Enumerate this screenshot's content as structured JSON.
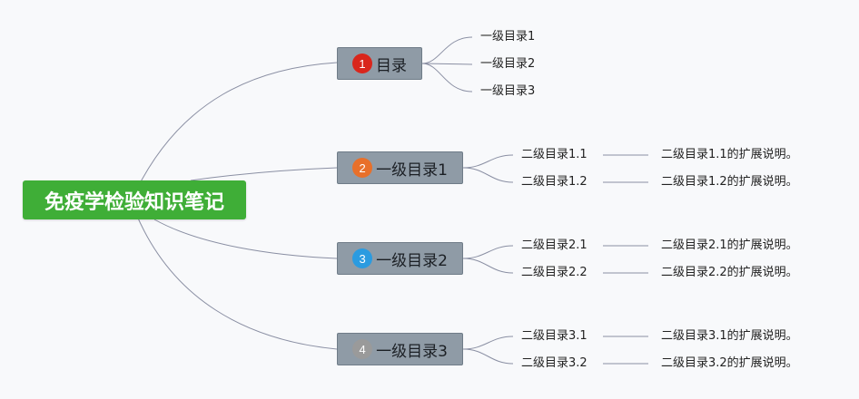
{
  "root": {
    "title": "免疫学检验知识笔记",
    "color": "#3fae37"
  },
  "branches": [
    {
      "badge": "1",
      "badge_color": "#d9261c",
      "label": "目录",
      "children": [
        {
          "label": "一级目录1"
        },
        {
          "label": "一级目录2"
        },
        {
          "label": "一级目录3"
        }
      ]
    },
    {
      "badge": "2",
      "badge_color": "#e8702a",
      "label": "一级目录1",
      "children": [
        {
          "label": "二级目录1.1",
          "note": "二级目录1.1的扩展说明。"
        },
        {
          "label": "二级目录1.2",
          "note": "二级目录1.2的扩展说明。"
        }
      ]
    },
    {
      "badge": "3",
      "badge_color": "#2b9be0",
      "label": "一级目录2",
      "children": [
        {
          "label": "二级目录2.1",
          "note": "二级目录2.1的扩展说明。"
        },
        {
          "label": "二级目录2.2",
          "note": "二级目录2.2的扩展说明。"
        }
      ]
    },
    {
      "badge": "4",
      "badge_color": "#9a9a9a",
      "label": "一级目录3",
      "children": [
        {
          "label": "二级目录3.1",
          "note": "二级目录3.1的扩展说明。"
        },
        {
          "label": "二级目录3.2",
          "note": "二级目录3.2的扩展说明。"
        }
      ]
    }
  ],
  "colors": {
    "branch_fill": "#8f9ba6",
    "connector": "#8a8fa3",
    "background": "#f8f9fb"
  }
}
